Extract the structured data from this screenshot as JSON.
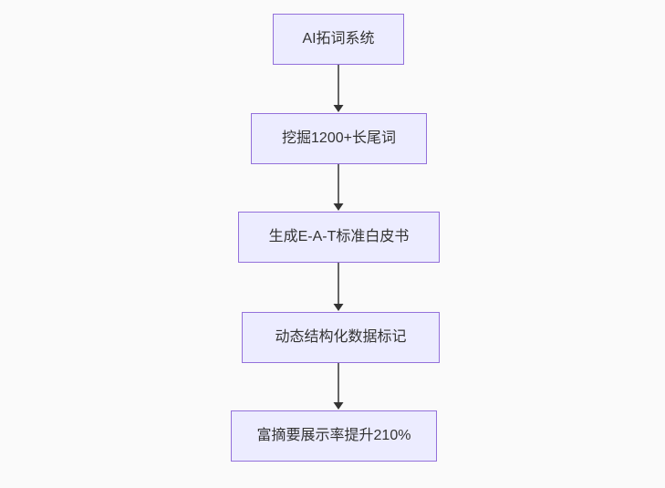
{
  "flowchart": {
    "type": "flowchart",
    "direction": "top-down",
    "nodes": [
      {
        "id": "A",
        "label": "AI拓词系统"
      },
      {
        "id": "B",
        "label": "挖掘1200+长尾词"
      },
      {
        "id": "C",
        "label": "生成E-A-T标准白皮书"
      },
      {
        "id": "D",
        "label": "动态结构化数据标记"
      },
      {
        "id": "E",
        "label": "富摘要展示率提升210%"
      }
    ],
    "edges": [
      {
        "from": "A",
        "to": "B",
        "arrow": true
      },
      {
        "from": "B",
        "to": "C",
        "arrow": true
      },
      {
        "from": "C",
        "to": "D",
        "arrow": true
      },
      {
        "from": "D",
        "to": "E",
        "arrow": true
      }
    ],
    "colors": {
      "node_fill": "#ECECFF",
      "node_border": "#9370DB",
      "node_text": "#333333",
      "arrow": "#333333",
      "background": "#FAFAFA"
    }
  }
}
